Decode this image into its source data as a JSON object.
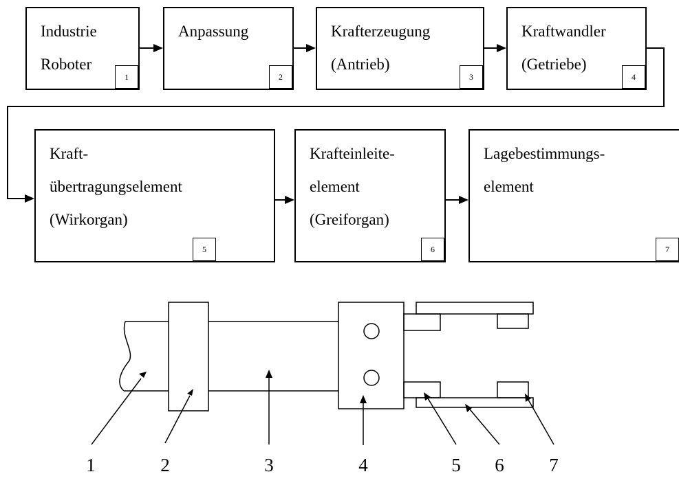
{
  "flow": {
    "box1": {
      "lines": [
        "Industrie",
        "Roboter"
      ],
      "num": "1"
    },
    "box2": {
      "lines": [
        "Anpassung"
      ],
      "num": "2"
    },
    "box3": {
      "lines": [
        "Krafterzeugung",
        "(Antrieb)"
      ],
      "num": "3"
    },
    "box4": {
      "lines": [
        "Kraftwandler",
        "(Getriebe)"
      ],
      "num": "4"
    },
    "box5": {
      "lines": [
        "Kraft-",
        "übertragungselement",
        "(Wirkorgan)"
      ],
      "num": "5"
    },
    "box6": {
      "lines": [
        "Krafteinleite-",
        "element",
        "(Greiforgan)"
      ],
      "num": "6"
    },
    "box7": {
      "lines": [
        "Lagebestimmungs-",
        "element"
      ],
      "num": "7"
    }
  },
  "callouts": [
    "1",
    "2",
    "3",
    "4",
    "5",
    "6",
    "7"
  ]
}
